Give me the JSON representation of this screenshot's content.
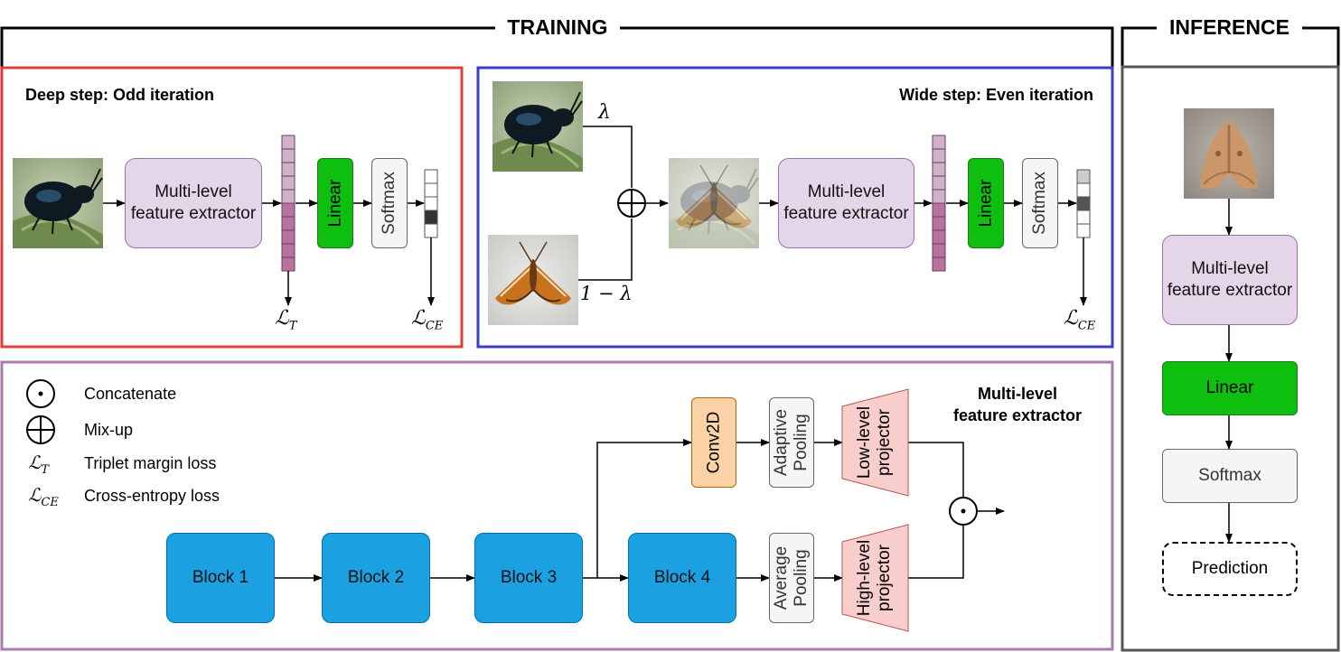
{
  "sections": {
    "training_title": "TRAINING",
    "inference_title": "INFERENCE"
  },
  "deep_step": {
    "title": "Deep step: Odd iteration",
    "extractor_label_line1": "Multi-level",
    "extractor_label_line2": "feature extractor",
    "linear_label": "Linear",
    "softmax_label": "Softmax",
    "loss_triplet_symbol": "ℒ",
    "loss_triplet_sub": "T",
    "loss_ce_symbol": "ℒ",
    "loss_ce_sub": "CE"
  },
  "wide_step": {
    "title": "Wide step: Even iteration",
    "lambda_label": "λ",
    "one_minus_lambda_label": "1 − λ",
    "extractor_label_line1": "Multi-level",
    "extractor_label_line2": "feature extractor",
    "linear_label": "Linear",
    "softmax_label": "Softmax",
    "loss_ce_symbol": "ℒ",
    "loss_ce_sub": "CE"
  },
  "legend": {
    "items": [
      {
        "symbol": "concatenate-symbol",
        "label": "Concatenate"
      },
      {
        "symbol": "mixup-symbol",
        "label": "Mix-up"
      },
      {
        "symbol": "ℒ",
        "sub": "T",
        "label": "Triplet margin loss"
      },
      {
        "symbol": "ℒ",
        "sub": "CE",
        "label": "Cross-entropy loss"
      }
    ]
  },
  "feature_extractor": {
    "title_line1": "Multi-level",
    "title_line2": "feature extractor",
    "blocks": [
      "Block 1",
      "Block 2",
      "Block 3",
      "Block 4"
    ],
    "conv_label": "Conv2D",
    "adaptive_pool_line1": "Adaptive",
    "adaptive_pool_line2": "Pooling",
    "average_pool_line1": "Average",
    "average_pool_line2": "Pooling",
    "low_projector_line1": "Low-level",
    "low_projector_line2": "projector",
    "high_projector_line1": "High-level",
    "high_projector_line2": "projector"
  },
  "inference": {
    "extractor_label_line1": "Multi-level",
    "extractor_label_line2": "feature extractor",
    "linear_label": "Linear",
    "softmax_label": "Softmax",
    "prediction_label": "Prediction"
  },
  "colors": {
    "deep_border": "#e03c3c",
    "wide_border": "#3b3bcc",
    "extractor_border": "#a77da8",
    "extractor_fill": "#e4d5e8",
    "feature_vector": "#b5739d",
    "linear": "#0fbf0f",
    "block": "#1ba1e2",
    "conv": "#fad2a5",
    "projector": "#f8cecc"
  }
}
